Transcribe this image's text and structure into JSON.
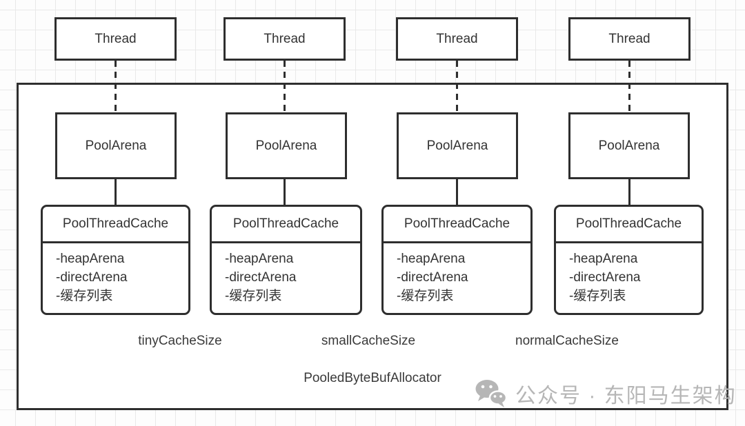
{
  "diagram": {
    "columns": [
      {
        "thread": "Thread",
        "arena": "PoolArena",
        "cache": {
          "title": "PoolThreadCache",
          "fields": [
            "-heapArena",
            "-directArena",
            "-缓存列表"
          ]
        }
      },
      {
        "thread": "Thread",
        "arena": "PoolArena",
        "cache": {
          "title": "PoolThreadCache",
          "fields": [
            "-heapArena",
            "-directArena",
            "-缓存列表"
          ]
        }
      },
      {
        "thread": "Thread",
        "arena": "PoolArena",
        "cache": {
          "title": "PoolThreadCache",
          "fields": [
            "-heapArena",
            "-directArena",
            "-缓存列表"
          ]
        }
      },
      {
        "thread": "Thread",
        "arena": "PoolArena",
        "cache": {
          "title": "PoolThreadCache",
          "fields": [
            "-heapArena",
            "-directArena",
            "-缓存列表"
          ]
        }
      }
    ],
    "cache_size_labels": [
      "tinyCacheSize",
      "smallCacheSize",
      "normalCacheSize"
    ],
    "container_label": "PooledByteBufAllocator"
  },
  "watermark": {
    "icon": "wechat-icon",
    "text": "公众号 · 东阳马生架构"
  },
  "colors": {
    "border": "#2e2e2e",
    "text": "#333333",
    "grid": "#e9e9e9",
    "watermark": "#b6b6b6",
    "background": "#ffffff"
  }
}
